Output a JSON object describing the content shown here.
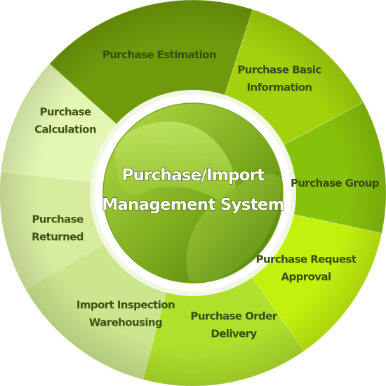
{
  "diagram": {
    "center": {
      "title_lines": [
        "Purchase/Import",
        "Management System"
      ]
    },
    "segments": [
      {
        "lines": [
          "Purchase Estimation"
        ],
        "color": "#6e9a0b",
        "dark": true
      },
      {
        "lines": [
          "Purchase Basic",
          "Information"
        ],
        "color": "#a3d20c",
        "dark": true
      },
      {
        "lines": [
          "Purchase Group"
        ],
        "color": "#86c10b",
        "dark": true
      },
      {
        "lines": [
          "Purchase Request",
          "Approval"
        ],
        "color": "#c2f10e",
        "dark": true
      },
      {
        "lines": [
          "Purchase Order",
          "Delivery"
        ],
        "color": "#afe02c",
        "dark": true
      },
      {
        "lines": [
          "Import Inspection",
          "Warehousing"
        ],
        "color": "#cbe68e",
        "dark": false
      },
      {
        "lines": [
          "Purchase",
          "Returned"
        ],
        "color": "#d8eca0",
        "dark": false
      },
      {
        "lines": [
          "Purchase",
          "Calculation"
        ],
        "color": "#e3f7b4",
        "dark": false
      }
    ],
    "colors": {
      "outer_ring": "#9ccc1c",
      "white_ring": "#ffffff",
      "center_dark": "#5f8d12",
      "center_light": "#a9d13d"
    }
  }
}
